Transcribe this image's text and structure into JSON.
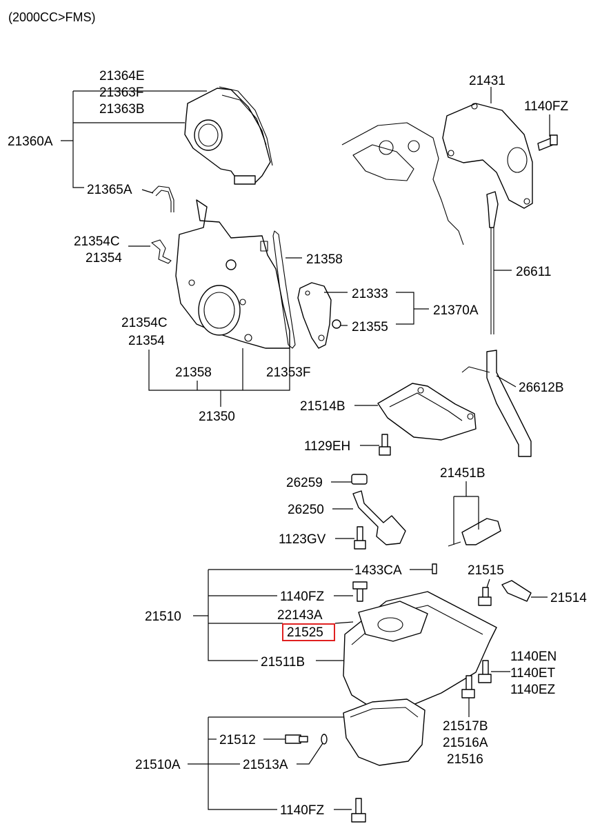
{
  "header": "(2000CC>FMS)",
  "labels": {
    "p21364E": "21364E",
    "p21363F": "21363F",
    "p21363B": "21363B",
    "p21360A": "21360A",
    "p21365A": "21365A",
    "p21431": "21431",
    "p1140FZ_top": "1140FZ",
    "p21354C_a": "21354C",
    "p21354_a": "21354",
    "p21358_a": "21358",
    "p26611": "26611",
    "p21333": "21333",
    "p21370A": "21370A",
    "p21355": "21355",
    "p21354C_b": "21354C",
    "p21354_b": "21354",
    "p21358_b": "21358",
    "p21353F": "21353F",
    "p26612B": "26612B",
    "p21350": "21350",
    "p21514B": "21514B",
    "p1129EH": "1129EH",
    "p21451B": "21451B",
    "p26259": "26259",
    "p26250": "26250",
    "p1123GV": "1123GV",
    "p1433CA": "1433CA",
    "p21515": "21515",
    "p1140FZ_mid": "1140FZ",
    "p21514": "21514",
    "p21510": "21510",
    "p22143A": "22143A",
    "p21525": "21525",
    "p21511B": "21511B",
    "p1140EN": "1140EN",
    "p1140ET": "1140ET",
    "p1140EZ": "1140EZ",
    "p21512": "21512",
    "p21517B": "21517B",
    "p21516A": "21516A",
    "p21516": "21516",
    "p21510A": "21510A",
    "p21513A": "21513A",
    "p1140FZ_bot": "1140FZ"
  },
  "highlight": {
    "part": "21525",
    "color": "#e02020"
  }
}
